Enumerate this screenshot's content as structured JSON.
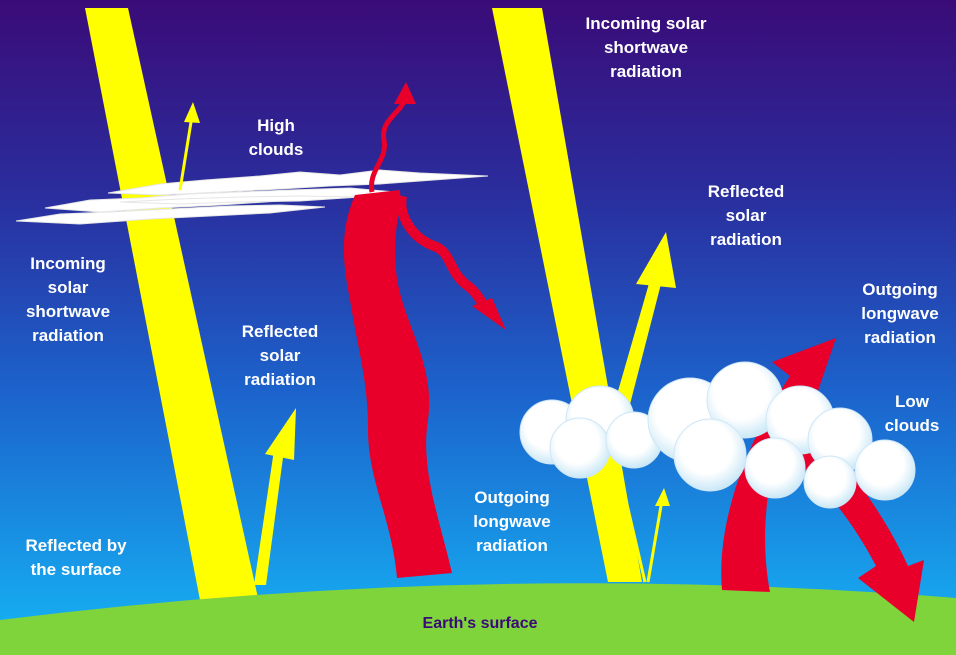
{
  "colors": {
    "sky_top": "#3a0b78",
    "sky_mid": "#1c56c4",
    "sky_bottom": "#18b4f4",
    "earth": "#7fd43c",
    "solar": "#ffff00",
    "longwave": "#e8002a",
    "cloud": "#ffffff",
    "surface_label": "#3a0b78"
  },
  "labels": {
    "incoming_left": [
      "Incoming",
      "solar",
      "shortwave",
      "radiation"
    ],
    "incoming_right": [
      "Incoming solar",
      "shortwave",
      "radiation"
    ],
    "high_clouds": [
      "High",
      "clouds"
    ],
    "reflected_left": [
      "Reflected",
      "solar",
      "radiation"
    ],
    "reflected_right": [
      "Reflected",
      "solar",
      "radiation"
    ],
    "reflected_surface": [
      "Reflected by",
      "the surface"
    ],
    "outgoing_middle": [
      "Outgoing",
      "longwave",
      "radiation"
    ],
    "outgoing_right": [
      "Outgoing",
      "longwave",
      "radiation"
    ],
    "low_clouds": [
      "Low",
      "clouds"
    ],
    "earth_surface": "Earth's surface"
  }
}
